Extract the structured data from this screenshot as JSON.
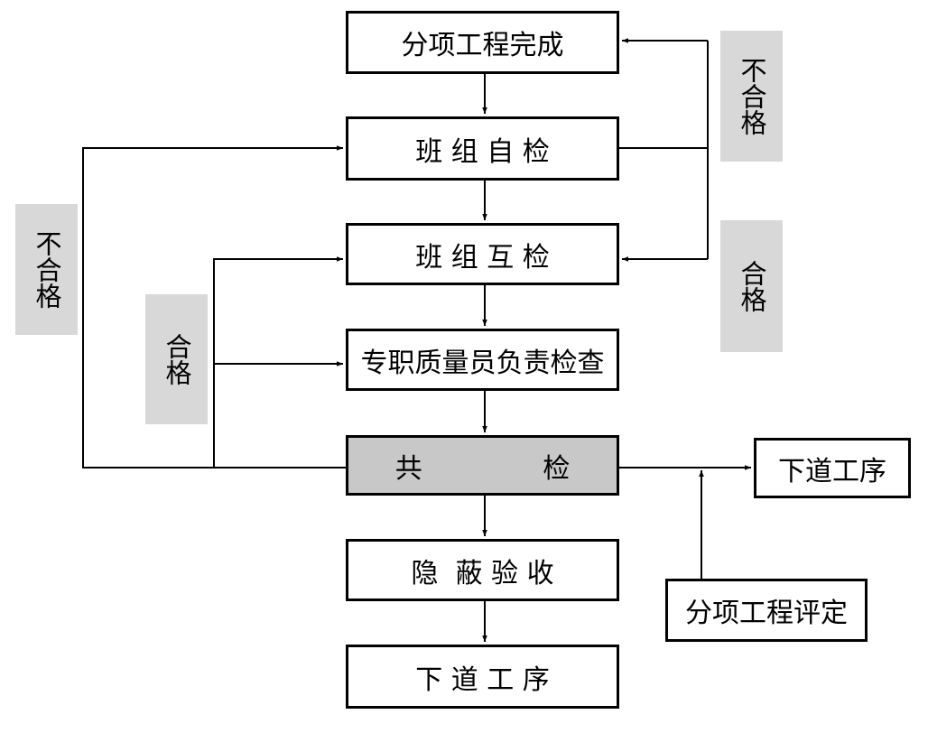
{
  "colors": {
    "line": "#000000",
    "box_fill": "#ffffff",
    "joint_box_fill": "#c8c8c8",
    "tag_fill": "#d8d8d8"
  },
  "boxes": {
    "subitem_complete": "分项工程完成",
    "team_self_check": "班 组 自 检",
    "team_mutual_check": "班 组 互 检",
    "quality_inspector_check": "专职质量员负责检查",
    "joint_check": "共              检",
    "concealed_acceptance": "隐  蔽 验 收",
    "next_process_bottom": "下 道 工 序",
    "next_process_right": "下道工序",
    "subitem_evaluation": "分项工程评定"
  },
  "tags": {
    "right_fail": "不合格",
    "right_pass": "合格",
    "left_fail": "不合格",
    "left_pass": "合格"
  }
}
